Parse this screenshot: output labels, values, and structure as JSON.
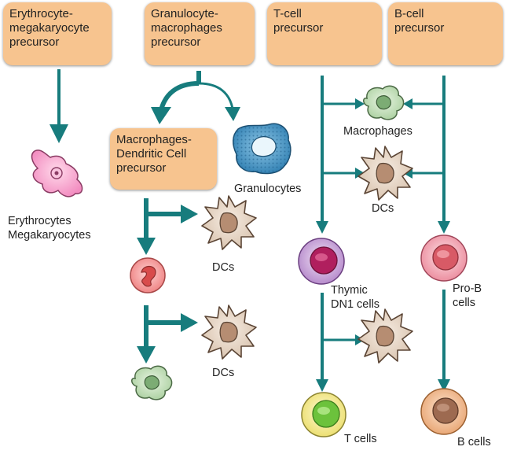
{
  "boxes": {
    "erythro_mega": [
      "Erythrocyte-",
      "megakaryocyte",
      "precursor"
    ],
    "granulo_macro": [
      "Granulocyte-",
      "macrophages",
      "precursor"
    ],
    "tcell": [
      "T-cell",
      "precursor"
    ],
    "bcell": [
      "B-cell",
      "precursor"
    ],
    "macro_dc": [
      "Macrophages-",
      "Dendritic Cell",
      "precursor"
    ]
  },
  "labels": {
    "erythrocytes": [
      "Erythrocytes",
      "Megakaryocytes"
    ],
    "granulocytes": "Granulocytes",
    "macrophages": "Macrophages",
    "dcs_top": "DCs",
    "dcs_mid": "DCs",
    "dcs_bottom": "DCs",
    "thymic": [
      "Thymic",
      "DN1 cells"
    ],
    "prob": [
      "Pro-B",
      "cells"
    ],
    "tcells": "T cells",
    "bcells": "B cells"
  },
  "colors": {
    "box_fill": "#f7c48f",
    "arrow": "#177c7d",
    "dc_fill": "#dcc8b6",
    "macrophage_fill": "#b8d7b0",
    "erythrocyte_fill": "#f28cc0",
    "granulocyte_fill": "#4a8fbf",
    "thymic_fill": "#c7a0d6",
    "prob_fill": "#f2a3ae",
    "tcell_fill": "#f0e98c",
    "bcell_fill": "#f0bb8c",
    "monocyte_fill": "#f29a9a"
  }
}
